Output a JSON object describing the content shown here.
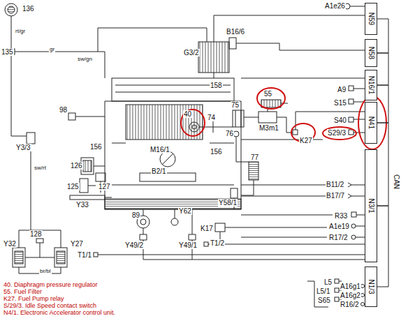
{
  "diagram": {
    "nodes": [
      {
        "text": [
          "N59"
        ]
      },
      {
        "text": [
          "N58"
        ]
      },
      {
        "text": [
          "N16/1"
        ]
      },
      {
        "text": [
          "N41"
        ]
      },
      {
        "text": [
          "N3/1"
        ]
      },
      {
        "text": [
          "N1/3"
        ]
      }
    ],
    "edges": [
      {
        "from": 0,
        "to": 1,
        "arrow": "none"
      },
      {
        "from": 1,
        "to": 2,
        "arrow": "none"
      },
      {
        "from": 2,
        "to": 3,
        "arrow": "none"
      },
      {
        "from": 3,
        "to": 4,
        "arrow": "none"
      },
      {
        "from": 4,
        "to": 5,
        "arrow": "none"
      }
    ],
    "labels": [
      "136",
      "135",
      "rt/gr",
      "gr",
      "sw/gn",
      "98",
      "Y3/3",
      "156",
      "126",
      "125",
      "127",
      "Y33",
      "Y32",
      "128",
      "Y27",
      "T1/1",
      "89",
      "Y49/2",
      "Y49/1",
      "Y62",
      "T1/2",
      "K17",
      "Y58/1",
      "M16/1",
      "B2/1",
      "156",
      "40",
      "74",
      "75",
      "76",
      "77",
      "B16/6",
      "G3/2",
      "158",
      "55",
      "M3m1",
      "K27",
      "A1e26",
      "A9",
      "S15",
      "S40",
      "S29/3",
      "B11/2",
      "B17/7",
      "R33",
      "A1e19",
      "R17/2",
      "L5",
      "L5/1",
      "S65",
      "A16g1",
      "A16g2",
      "R16/2",
      "CAN",
      "40. Diaphragm pressure regulator",
      "55. Fuel Filter",
      "K27. Fuel Pump relay",
      "S/29/3. Idle Speed contact switch",
      "N4/1. Electronic Accelerator control unit.",
      "sw/rt",
      "br/bl"
    ]
  }
}
